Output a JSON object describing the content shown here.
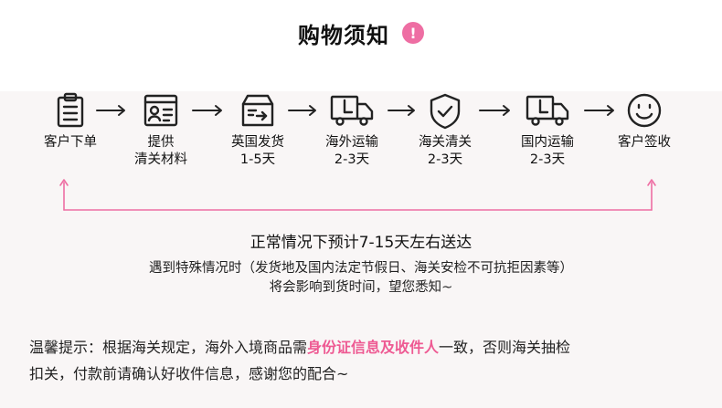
{
  "title": "购物须知",
  "title_badge": "!",
  "accent_color": "#ee6ea3",
  "steps": [
    {
      "icon": "clipboard-icon",
      "label": "客户下单"
    },
    {
      "icon": "id-card-icon",
      "label": "提供\n清关材料"
    },
    {
      "icon": "box-icon",
      "label": "英国发货\n1-5天"
    },
    {
      "icon": "truck-icon",
      "label": "海外运输\n2-3天"
    },
    {
      "icon": "shield-check-icon",
      "label": "海关清关\n2-3天"
    },
    {
      "icon": "truck-icon",
      "label": "国内运输\n2-3天"
    },
    {
      "icon": "smiley-icon",
      "label": "客户签收"
    }
  ],
  "summary": "正常情况下预计7-15天左右送达",
  "note_line1": "遇到特殊情况时（发货地及国内法定节假日、海关安检不可抗拒因素等）",
  "note_line2": "将会影响到货时间，望您悉知~",
  "tips": {
    "prefix": "温馨提示：根据海关规定，海外入境商品需",
    "highlight": "身份证信息及收件人",
    "suffix": "一致，否则海关抽检",
    "line2": "扣关，付款前请确认好收件信息，感谢您的配合~"
  }
}
